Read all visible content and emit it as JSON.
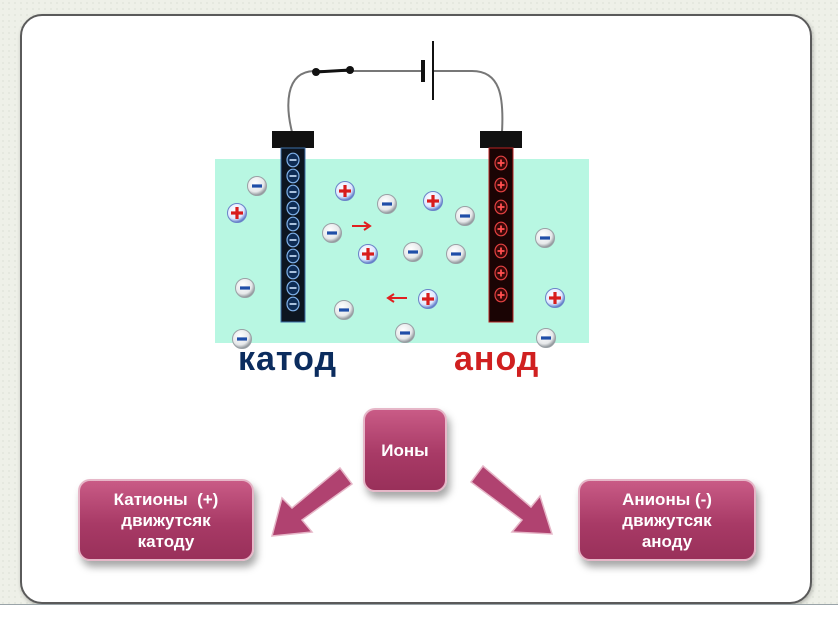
{
  "diagram": {
    "cathode_label": "катод",
    "anode_label": "анод",
    "ion_signs": {
      "cation": "+",
      "anion": "−"
    },
    "colors": {
      "solution": "#b8f7e2",
      "cathode": "#0b2c5e",
      "anode": "#d02020",
      "box": "#b04270",
      "arrow": "#b04270",
      "motion_arrow": "#e02020"
    }
  },
  "boxes": {
    "ions": "Ионы",
    "cations_line1": "Катионы  (+)",
    "cations_line2": "движутсяк",
    "cations_line3": "катоду",
    "anions_line1": "Анионы (-)",
    "anions_line2": "движутсяк",
    "anions_line3": "аноду"
  }
}
